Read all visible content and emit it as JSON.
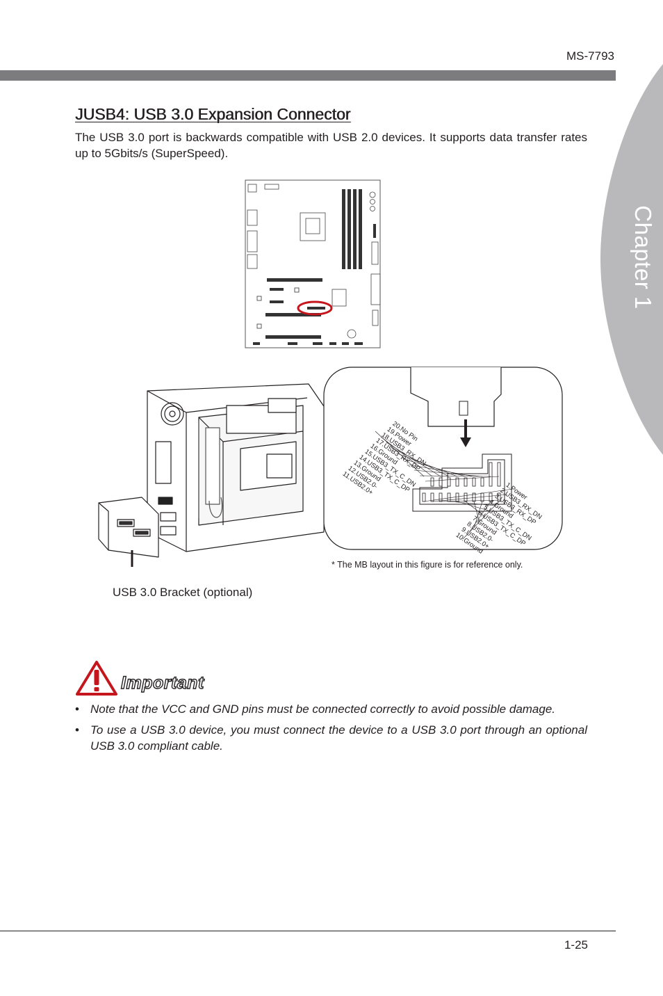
{
  "header": {
    "model": "MS-7793",
    "chapter_label": "Chapter 1"
  },
  "section": {
    "title": "JUSB4: USB 3.0 Expansion Connector",
    "intro": "The USB 3.0 port is backwards compatible with USB 2.0 devices. It supports data transfer rates up to 5Gbits/s (SuperSpeed)."
  },
  "figure": {
    "pins_left": [
      "20.No Pin",
      "19.Power",
      "18.USB3_RX_DN",
      "17.USB3_RX_DP",
      "16.Ground",
      "15.USB3_TX_C_DN",
      "14.USB3_TX_C_DP",
      "13.Ground",
      "12.USB2.0-",
      "11.USB2.0+"
    ],
    "pins_right": [
      "1.Power",
      "2.USB3_RX_DN",
      "3.USB3_RX_DP",
      "4.Ground",
      "5.USB3_TX_C_DN",
      "6.USB3_TX_C_DP",
      "7.Ground",
      "8.USB2.0-",
      "9.USB2.0+",
      "10.Ground"
    ],
    "bracket_caption": "USB 3.0 Bracket (optional)",
    "reference_note": "* The MB layout in this figure is for reference only."
  },
  "important": {
    "title": "Important",
    "notes": [
      "Note that the VCC and GND pins must be connected correctly to avoid possible damage.",
      "To use a USB 3.0 device, you must connect the device to a USB 3.0 port through an optional USB 3.0 compliant cable."
    ]
  },
  "footer": {
    "page_number": "1-25"
  },
  "colors": {
    "header_bar": "#7c7c7e",
    "chapter_tab": "#b9b9bb",
    "highlight_circle": "#c4161c",
    "warning_icon": "#c4161c"
  }
}
